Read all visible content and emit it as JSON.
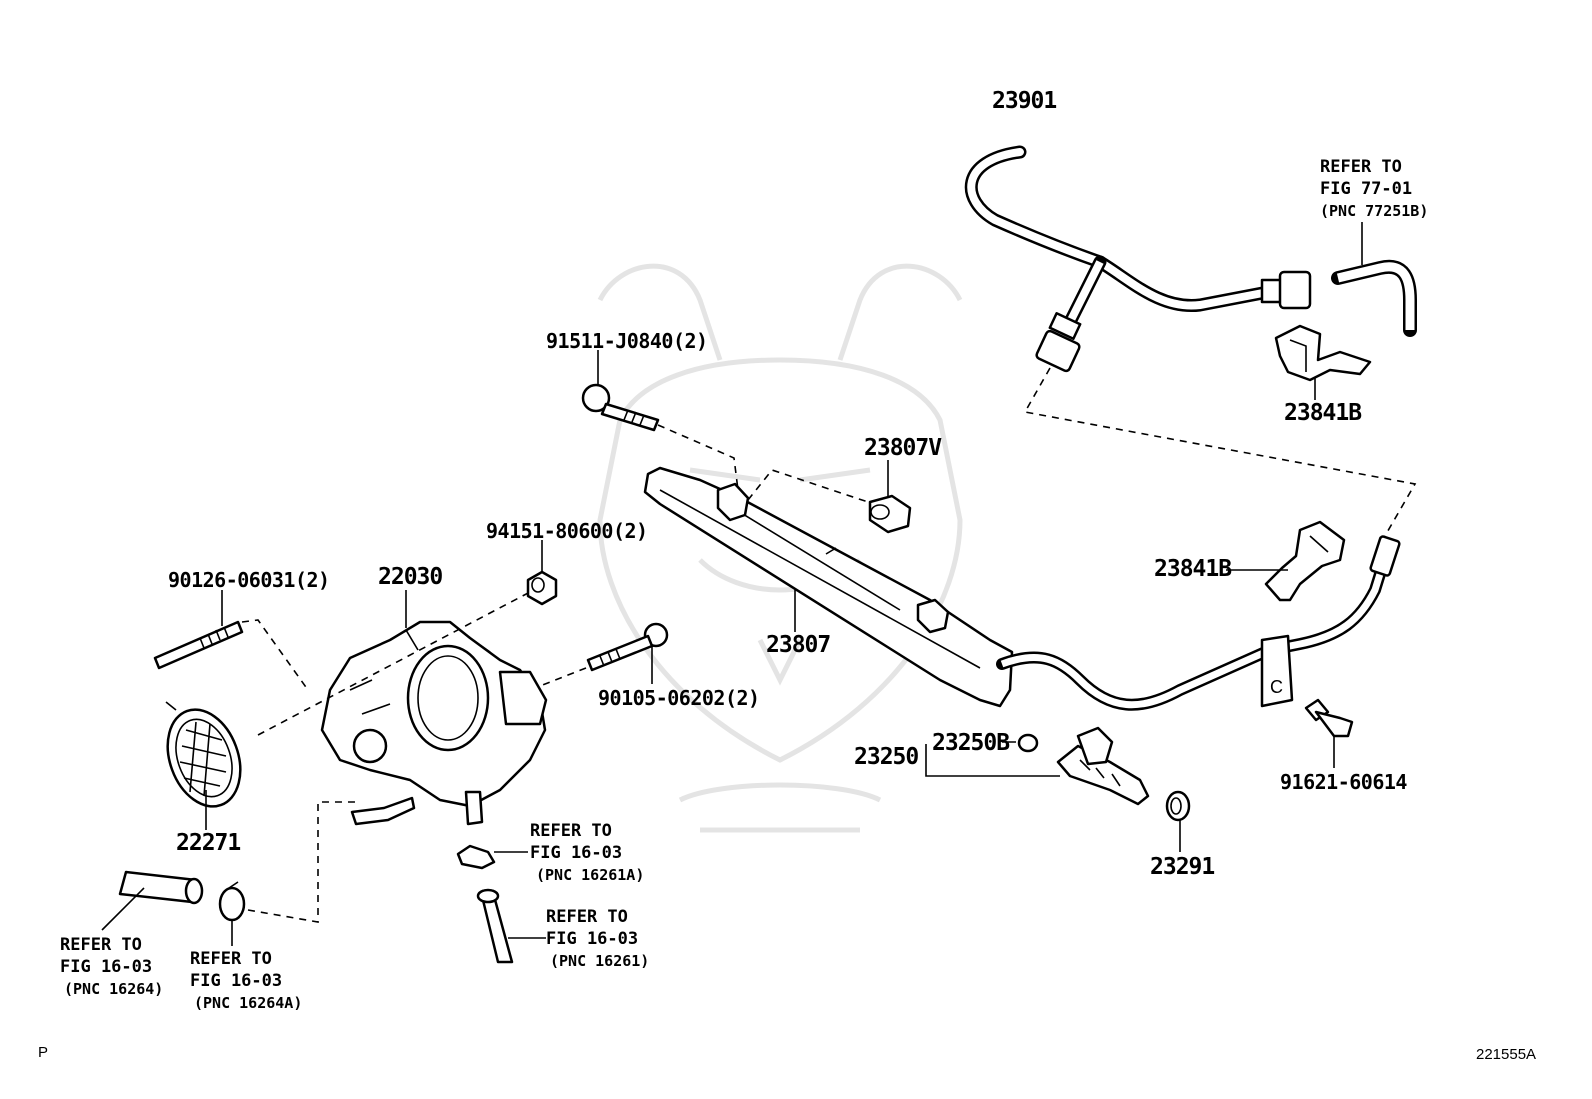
{
  "diagram": {
    "parts": {
      "p23901": "23901",
      "p23841B_top": "23841B",
      "p23841B_mid": "23841B",
      "p23807V": "23807V",
      "p23807": "23807",
      "p91511": "91511-J0840(2)",
      "p94151": "94151-80600(2)",
      "p90126": "90126-06031(2)",
      "p22030": "22030",
      "p90105": "90105-06202(2)",
      "p22271": "22271",
      "p23250": "23250",
      "p23250B": "23250B",
      "p23291": "23291",
      "p91621": "91621-60614"
    },
    "references": {
      "ref_77": {
        "line1": "REFER TO",
        "line2": "FIG 77-01",
        "pnc": "(PNC 77251B)"
      },
      "ref_16261A": {
        "line1": "REFER TO",
        "line2": "FIG 16-03",
        "pnc": "(PNC 16261A)"
      },
      "ref_16261": {
        "line1": "REFER TO",
        "line2": "FIG 16-03",
        "pnc": "(PNC 16261)"
      },
      "ref_16264": {
        "line1": "REFER TO",
        "line2": "FIG 16-03",
        "pnc": "(PNC 16264)"
      },
      "ref_16264A": {
        "line1": "REFER TO",
        "line2": "FIG 16-03",
        "pnc": "(PNC 16264A)"
      }
    },
    "corner_left": "P",
    "corner_right": "221555A",
    "clip_letter": "C"
  }
}
